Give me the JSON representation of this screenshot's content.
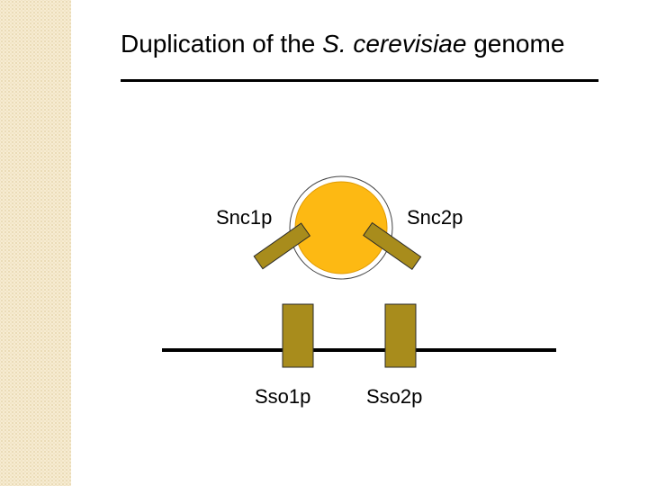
{
  "slide": {
    "title_prefix": "Duplication of the ",
    "title_species": "S. cerevisiae",
    "title_suffix": " genome"
  },
  "diagram": {
    "vesicle_proteins": [
      {
        "label": "Snc1p"
      },
      {
        "label": "Snc2p"
      }
    ],
    "membrane_proteins": [
      {
        "label": "Sso1p"
      },
      {
        "label": "Sso2p"
      }
    ]
  },
  "colors": {
    "vesicle_fill": "#fdb913",
    "protein_fill": "#a88c1c",
    "protein_stroke": "#2a2a2a",
    "membrane": "#000000",
    "side_strip": "#f7ecd2"
  }
}
